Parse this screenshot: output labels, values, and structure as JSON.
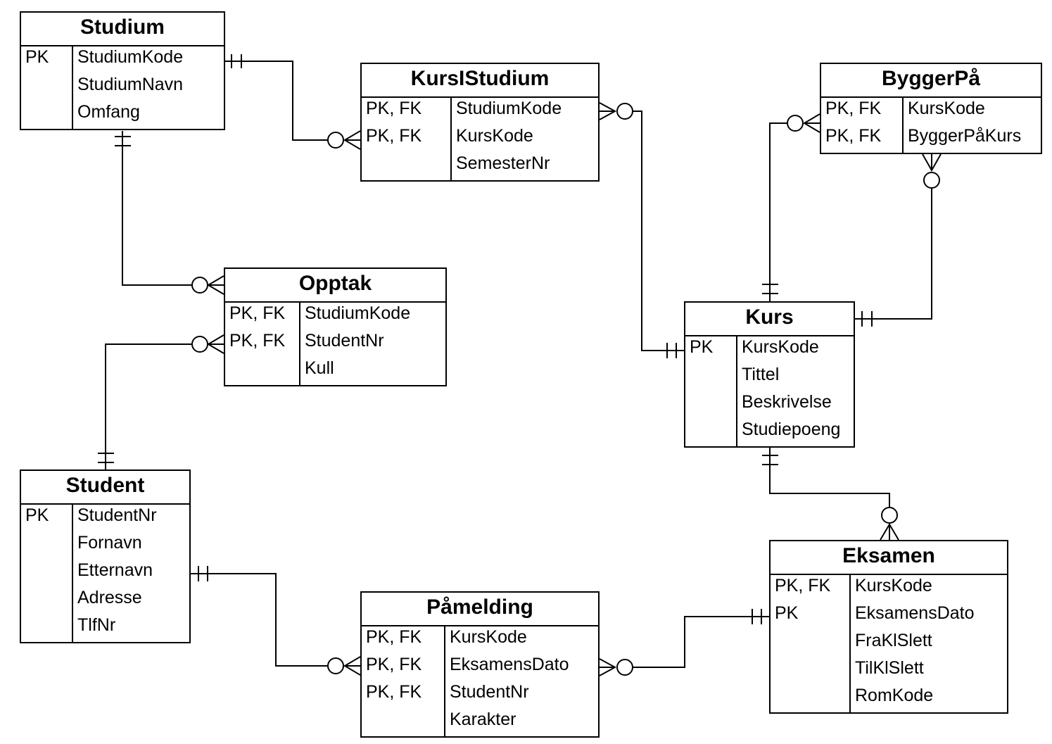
{
  "entities": {
    "studium": {
      "title": "Studium",
      "rows": [
        {
          "key": "PK",
          "name": "StudiumKode"
        },
        {
          "key": "",
          "name": "StudiumNavn"
        },
        {
          "key": "",
          "name": "Omfang"
        }
      ]
    },
    "kursistudium": {
      "title": "KursIStudium",
      "rows": [
        {
          "key": "PK, FK",
          "name": "StudiumKode"
        },
        {
          "key": "PK, FK",
          "name": "KursKode"
        },
        {
          "key": "",
          "name": "SemesterNr"
        }
      ]
    },
    "byggerpa": {
      "title": "ByggerPå",
      "rows": [
        {
          "key": "PK, FK",
          "name": "KursKode"
        },
        {
          "key": "PK, FK",
          "name": "ByggerPåKurs"
        }
      ]
    },
    "opptak": {
      "title": "Opptak",
      "rows": [
        {
          "key": "PK, FK",
          "name": "StudiumKode"
        },
        {
          "key": "PK, FK",
          "name": "StudentNr"
        },
        {
          "key": "",
          "name": "Kull"
        }
      ]
    },
    "kurs": {
      "title": "Kurs",
      "rows": [
        {
          "key": "PK",
          "name": "KursKode"
        },
        {
          "key": "",
          "name": "Tittel"
        },
        {
          "key": "",
          "name": "Beskrivelse"
        },
        {
          "key": "",
          "name": "Studiepoeng"
        }
      ]
    },
    "student": {
      "title": "Student",
      "rows": [
        {
          "key": "PK",
          "name": "StudentNr"
        },
        {
          "key": "",
          "name": "Fornavn"
        },
        {
          "key": "",
          "name": "Etternavn"
        },
        {
          "key": "",
          "name": "Adresse"
        },
        {
          "key": "",
          "name": "TlfNr"
        }
      ]
    },
    "pamelding": {
      "title": "Påmelding",
      "rows": [
        {
          "key": "PK, FK",
          "name": "KursKode"
        },
        {
          "key": "PK, FK",
          "name": "EksamensDato"
        },
        {
          "key": "PK, FK",
          "name": "StudentNr"
        },
        {
          "key": "",
          "name": "Karakter"
        }
      ]
    },
    "eksamen": {
      "title": "Eksamen",
      "rows": [
        {
          "key": "PK, FK",
          "name": "KursKode"
        },
        {
          "key": "PK",
          "name": "EksamensDato"
        },
        {
          "key": "",
          "name": "FraKlSlett"
        },
        {
          "key": "",
          "name": "TilKlSlett"
        },
        {
          "key": "",
          "name": "RomKode"
        }
      ]
    }
  },
  "relationships": [
    {
      "from": "studium",
      "from_card": "one-and-only-one",
      "to": "kursistudium",
      "to_card": "zero-or-many"
    },
    {
      "from": "studium",
      "from_card": "one-and-only-one",
      "to": "opptak",
      "to_card": "zero-or-many"
    },
    {
      "from": "student",
      "from_card": "one-and-only-one",
      "to": "opptak",
      "to_card": "zero-or-many"
    },
    {
      "from": "kurs",
      "from_card": "one-and-only-one",
      "to": "kursistudium",
      "to_card": "zero-or-many"
    },
    {
      "from": "kurs",
      "from_card": "one-and-only-one",
      "to": "byggerpa",
      "to_card": "zero-or-many"
    },
    {
      "from": "kurs",
      "from_card": "one-and-only-one",
      "to": "byggerpa",
      "to_card": "zero-or-many"
    },
    {
      "from": "kurs",
      "from_card": "one-and-only-one",
      "to": "eksamen",
      "to_card": "zero-or-many"
    },
    {
      "from": "student",
      "from_card": "one-and-only-one",
      "to": "pamelding",
      "to_card": "zero-or-many"
    },
    {
      "from": "eksamen",
      "from_card": "one-and-only-one",
      "to": "pamelding",
      "to_card": "zero-or-many"
    }
  ]
}
